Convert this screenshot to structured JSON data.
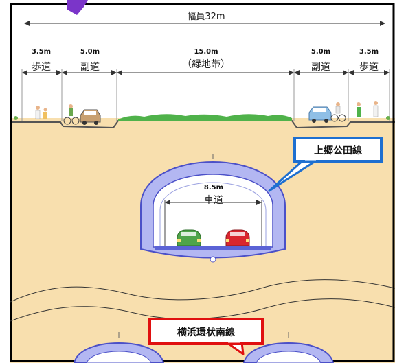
{
  "road_width": {
    "label": "幅員32m"
  },
  "segments": [
    {
      "width": "3.5m",
      "name": "歩道"
    },
    {
      "width": "5.0m",
      "name": "副道"
    },
    {
      "width": "15.0m",
      "name": "（緑地帯）"
    },
    {
      "width": "5.0m",
      "name": "副道"
    },
    {
      "width": "3.5m",
      "name": "歩道"
    }
  ],
  "tunnel": {
    "width": "8.5m",
    "label": "車道"
  },
  "callouts": {
    "upper_line": "上郷公田線",
    "lower_line": "横浜環状南線"
  },
  "colors": {
    "ground": "#f8dfae",
    "tunnel_lining": "#b3b7f2",
    "tunnel_outline": "#4b50c8",
    "callout_blue": "#1e6fd0",
    "callout_red": "#e01010",
    "frame": "#000000",
    "arrow_purple": "#7b35c9",
    "greenbelt": "#4fb24a"
  },
  "icons": [
    "pedestrian-icon",
    "cyclist-icon",
    "car-icon",
    "tree-icon",
    "centerline-mark-icon"
  ]
}
